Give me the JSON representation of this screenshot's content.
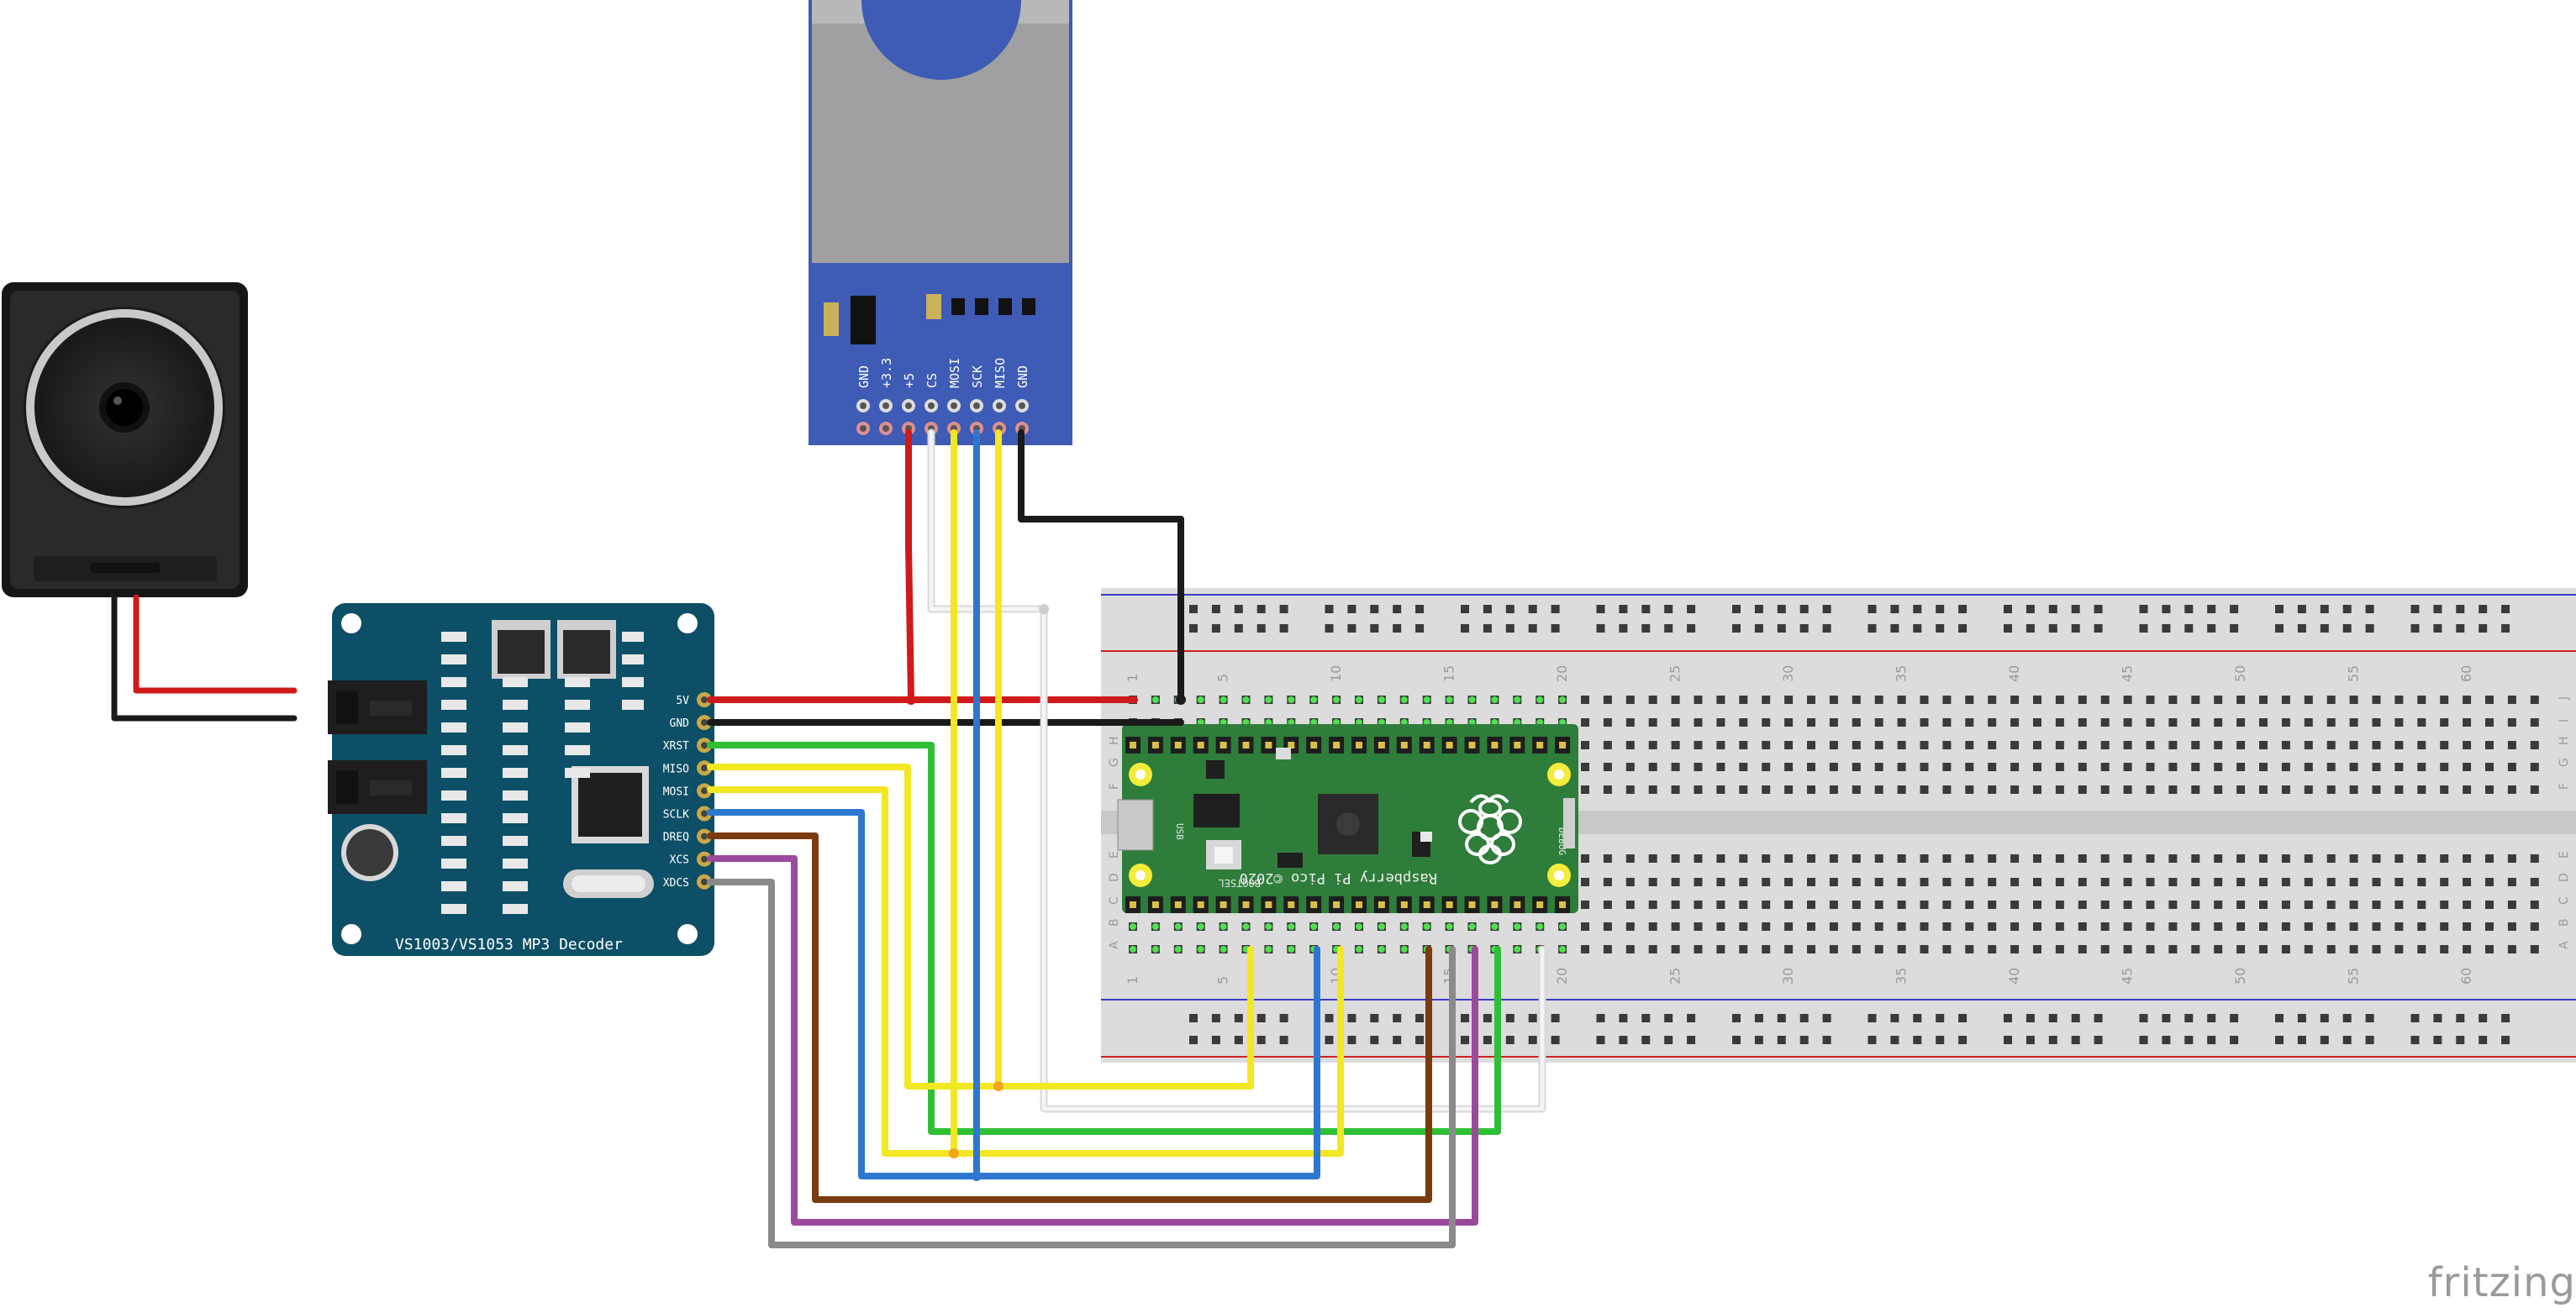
{
  "watermark": "fritzing",
  "sd_module": {
    "pins": [
      "GND",
      "+3.3",
      "+5",
      "CS",
      "MOSI",
      "SCK",
      "MISO",
      "GND"
    ]
  },
  "mp3_decoder": {
    "title": "VS1003/VS1053 MP3 Decoder",
    "pins": [
      "5V",
      "GND",
      "XRST",
      "MISO",
      "MOSI",
      "SCLK",
      "DREQ",
      "XCS",
      "XDCS"
    ]
  },
  "pico": {
    "label": "Raspberry Pi Pico ©2020",
    "debug_label": "DEBUG",
    "bootsel_label": "BOOTSEL",
    "usb_label": "USB"
  },
  "breadboard": {
    "column_numbers": [
      "1",
      "5",
      "10",
      "15",
      "20",
      "25",
      "30",
      "35",
      "40",
      "45",
      "50",
      "55",
      "60"
    ],
    "row_letters_top": [
      "J",
      "I",
      "H",
      "G",
      "F"
    ],
    "row_letters_bottom": [
      "E",
      "D",
      "C",
      "B",
      "A"
    ]
  },
  "colors": {
    "wire_red": "#d0191b",
    "wire_black": "#1a1a1a",
    "wire_green": "#2fbf35",
    "wire_yellow": "#f2e723",
    "wire_blue": "#2e77d0",
    "wire_brown": "#7a3b10",
    "wire_purple": "#9b4a9b",
    "wire_gray": "#8a8a8a",
    "wire_white": "#e8e8e8",
    "sd_board": "#3e5bb5",
    "mp3_board": "#0d4f66",
    "pico_board": "#2f7d3a",
    "breadboard": "#dcdcdc"
  }
}
